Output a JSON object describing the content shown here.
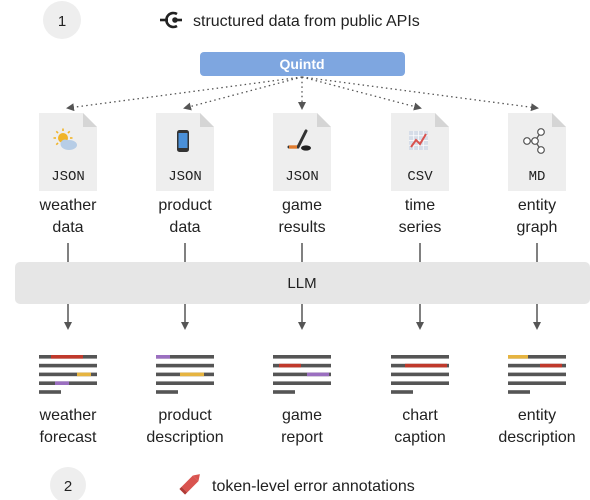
{
  "steps": {
    "step1": {
      "number": "1",
      "text": "structured data from public APIs",
      "icon": "api-icon"
    },
    "step2": {
      "number": "2",
      "text": "token-level error annotations",
      "icon": "pencil-icon"
    }
  },
  "source": {
    "label": "Quintd",
    "color": "#7ea6e0"
  },
  "llm": {
    "label": "LLM",
    "color": "#e6e6e6"
  },
  "domains": [
    {
      "id": "weather",
      "format": "JSON",
      "input_line1": "weather",
      "input_line2": "data",
      "output_line1": "weather",
      "output_line2": "forecast",
      "icon": "weather-icon"
    },
    {
      "id": "product",
      "format": "JSON",
      "input_line1": "product",
      "input_line2": "data",
      "output_line1": "product",
      "output_line2": "description",
      "icon": "phone-icon"
    },
    {
      "id": "game",
      "format": "JSON",
      "input_line1": "game",
      "input_line2": "results",
      "output_line1": "game",
      "output_line2": "report",
      "icon": "hockey-icon"
    },
    {
      "id": "timeseries",
      "format": "CSV",
      "input_line1": "time",
      "input_line2": "series",
      "output_line1": "chart",
      "output_line2": "caption",
      "icon": "chart-icon"
    },
    {
      "id": "graph",
      "format": "MD",
      "input_line1": "entity",
      "input_line2": "graph",
      "output_line1": "entity",
      "output_line2": "description",
      "icon": "graph-icon"
    }
  ],
  "colors": {
    "text_line": "#555555",
    "error_red": "#c0392b",
    "error_yellow": "#e6b440",
    "error_purple": "#9b6fc0",
    "arrow": "#555555",
    "file": "#eeeeee"
  }
}
